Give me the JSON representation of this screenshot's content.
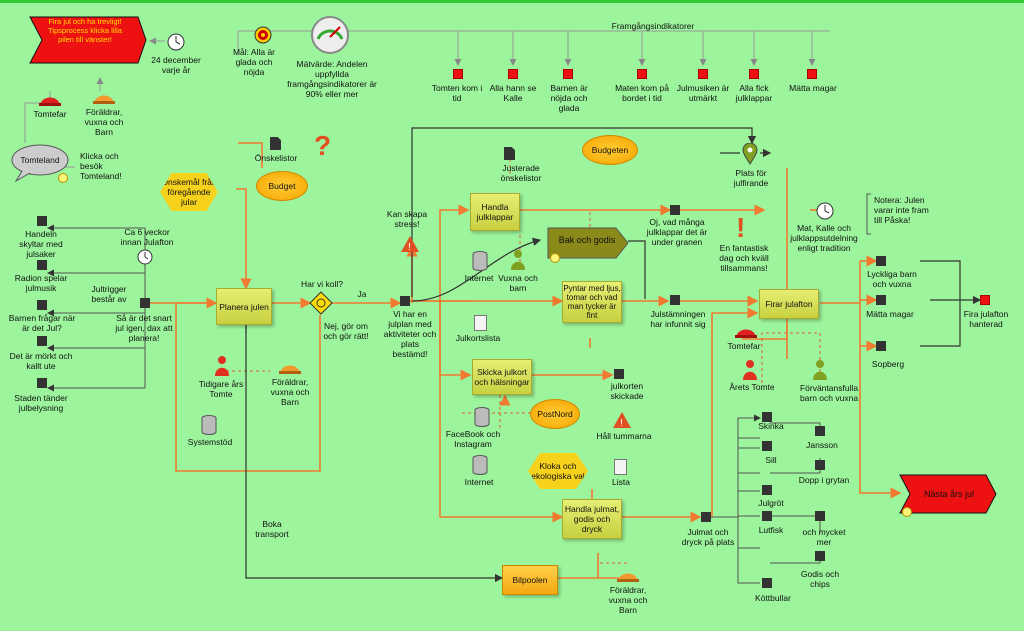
{
  "colors": {
    "background": "#9cf59c",
    "flow_orange": "#f08040",
    "flow_dark": "#333333",
    "process_yellow": "#d8de5a",
    "event_red": "#ee1111",
    "actor_red": "#e03020",
    "actor_orange": "#f29a2e",
    "actor_olive": "#7fa020"
  },
  "top": {
    "start_text": "Fira jul och ha trevligt! Tipsprocess klicka lilla pilen till vänster!",
    "date_label": "24 december varje år",
    "tomtefar": "Tomtefar",
    "parents": "Föräldrar, vuxna och Barn",
    "tomteland": "Tomteland",
    "tomteland_note": "Klicka och besök Tomteland!",
    "goal": "Mål: Alla är glada och nöjda",
    "measure": "Mätvärde: Andelen uppfyllda framgångsindikatorer är 90% eller mer",
    "indicators_title": "Framgångsindikatorer",
    "indicators": [
      "Tomten kom i tid",
      "Alla hann se Kalle",
      "Barnen är nöjda och glada",
      "Maten kom på bordet i tid",
      "Julmusiken är utmärkt",
      "Alla fick julklappar",
      "Mätta magar"
    ]
  },
  "left": {
    "triggers": [
      "Handeln skyltar med julsaker",
      "Radion spelar julmusik",
      "Barnen frågar när är det Jul?",
      "Det är mörkt och kallt ute",
      "Staden tänder julbelysning"
    ],
    "trigger_note": "Jultrigger består av",
    "weeks_before": "Ca 6 veckor innan Julafton",
    "time_to_plan": "Så är det snart jul igen, dax att planera!"
  },
  "planning": {
    "wishlists": "Önskelistor",
    "wishes_prev": "Önskemål från föregående jular",
    "budget": "Budget",
    "plan": "Planera julen",
    "control_q": "Har vi koll?",
    "yes": "Ja",
    "no": "Nej, gör om och gör rätt!",
    "prev_santa": "Tidigare års Tomte",
    "parents": "Föräldrar, vuxna och Barn",
    "system": "Systemstöd",
    "book_transport": "Boka transport",
    "stress": "Kan skapa stress!",
    "plan_done": "Vi har en julplan med aktiviteter och plats bestämd!"
  },
  "middle": {
    "adjusted_wishlists": "Justerade önskelistor",
    "budget2": "Budgeten",
    "buy_gifts": "Handla julklappar",
    "internet": "Internet",
    "adults_kids": "Vuxna och barn",
    "bake": "Bak och godis",
    "decorate": "Pyntar med ljus, tomar och vad man tycker är fint",
    "many_gifts": "Oj, vad många julklappar det är under granen",
    "fantastic": "En fantastisk dag och kväll tillsammans!",
    "mood": "Julstämningen har infunnit sig",
    "place": "Plats för julfirande",
    "card_list": "Julkortslista",
    "send_cards": "Skicka julkort och hälsningar",
    "cards_sent": "julkorten skickade",
    "facebook": "FaceBook och Instagram",
    "postnord": "PostNord",
    "thumbs": "Håll tummarna",
    "internet2": "Internet",
    "eco": "Kloka och ekologiska val",
    "list": "Lista",
    "buy_food": "Handla julmat, godis och dryck",
    "carpool": "Bilpoolen",
    "parents3": "Föräldrar, vuxna och Barn",
    "food_in_place": "Julmat och dryck på plats"
  },
  "right": {
    "note": "Notera: Julen varar inte fram till Påska!",
    "tradition": "Mat, Kalle och julklappsutdelning enligt tradition",
    "celebrate": "Firar julafton",
    "tomtefar": "Tomtefar",
    "santa_of_year": "Årets Tomte",
    "expectant": "Förväntansfulla barn och vuxna",
    "happy": "Lyckliga barn och vuxna",
    "full": "Mätta magar",
    "trash": "Sopberg",
    "handled": "Fira julafton hanterad",
    "next_year": "Nästa års jul",
    "foods": [
      "Skinka",
      "Jansson",
      "Sill",
      "Dopp i grytan",
      "Julgröt",
      "Lutfisk",
      "och mycket mer",
      "Godis och chips",
      "Köttbullar"
    ]
  }
}
